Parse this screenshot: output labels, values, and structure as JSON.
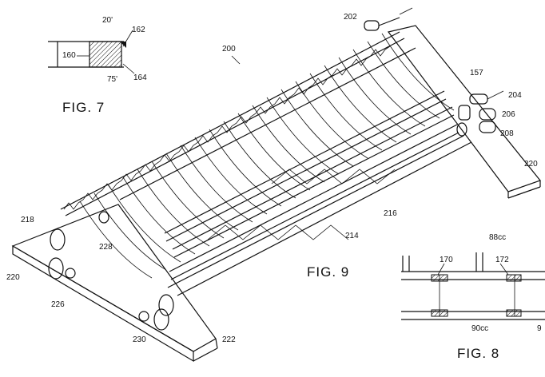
{
  "figures": [
    {
      "id": "fig7",
      "caption": "FIG. 7",
      "labels": [
        "20'",
        "160",
        "162",
        "164",
        "75'"
      ]
    },
    {
      "id": "fig9",
      "caption": "FIG. 9",
      "labels": [
        "200",
        "202",
        "157",
        "204",
        "206",
        "208",
        "220",
        "218",
        "228",
        "220",
        "226",
        "230",
        "222",
        "216",
        "214"
      ]
    },
    {
      "id": "fig8",
      "caption": "FIG. 8",
      "labels": [
        "88cc",
        "170",
        "172",
        "90cc",
        "9"
      ]
    }
  ],
  "colors": {
    "ink": "#111111",
    "paper": "#ffffff"
  }
}
